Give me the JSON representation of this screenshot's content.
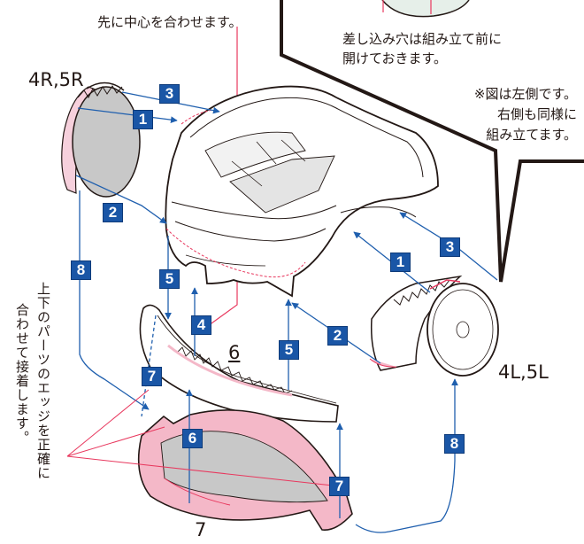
{
  "notes": {
    "center_first": "先に中心を合わせます。",
    "holes_line1": "差し込み穴は組み立て前に",
    "holes_line2": "開けておきます。",
    "left_side_line1": "※図は左側です。",
    "left_side_line2": "右側も同様に",
    "left_side_line3": "組み立てます。",
    "edges_vertical_1": "上下のパーツのエッジを正確に",
    "edges_vertical_2": "合わせて接着します。"
  },
  "parts": {
    "wheel_right": "4R,5R",
    "wheel_left": "4L,5L",
    "part6": "6",
    "part7": "7"
  },
  "steps": {
    "s1": "1",
    "s2": "2",
    "s3": "3",
    "s4": "4",
    "s5": "5",
    "s6": "6",
    "s7": "7",
    "s8": "8"
  },
  "colors": {
    "step_badge": "#1a56a6",
    "guide_line": "#1f5fae",
    "center_line": "#e8385e",
    "glue_area": "#f4b8c8",
    "gray_part": "#c8c8c8"
  }
}
